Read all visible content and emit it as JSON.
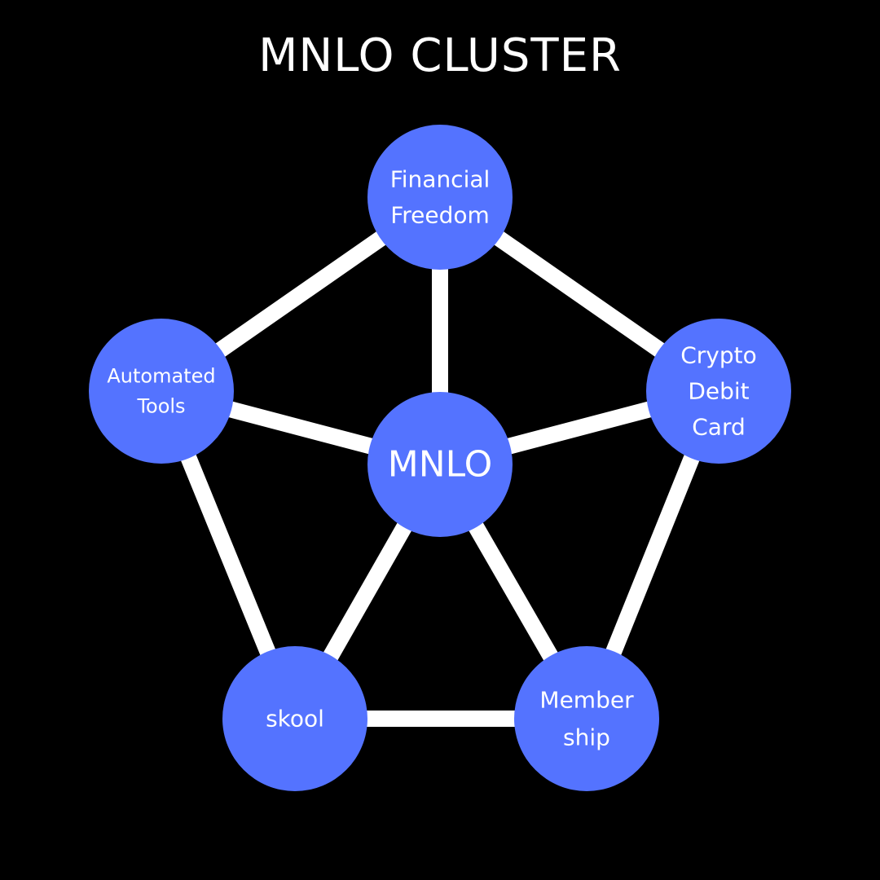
{
  "title": "MNLO CLUSTER",
  "colors": {
    "background": "#000000",
    "node": "#5473FF",
    "edge": "#ffffff",
    "text": "#ffffff"
  },
  "nodes": [
    {
      "id": "mnlo",
      "lines": [
        "MNLO"
      ]
    },
    {
      "id": "financial-freedom",
      "lines": [
        "Financial",
        "Freedom"
      ]
    },
    {
      "id": "automated-tools",
      "lines": [
        "Automated",
        "Tools"
      ]
    },
    {
      "id": "crypto-debit-card",
      "lines": [
        "Crypto",
        "Debit",
        "Card"
      ]
    },
    {
      "id": "skool",
      "lines": [
        "skool"
      ]
    },
    {
      "id": "membership",
      "lines": [
        "Member",
        "ship"
      ]
    }
  ],
  "edges": [
    [
      "financial-freedom",
      "automated-tools"
    ],
    [
      "financial-freedom",
      "crypto-debit-card"
    ],
    [
      "financial-freedom",
      "mnlo"
    ],
    [
      "automated-tools",
      "mnlo"
    ],
    [
      "crypto-debit-card",
      "mnlo"
    ],
    [
      "automated-tools",
      "skool"
    ],
    [
      "crypto-debit-card",
      "membership"
    ],
    [
      "mnlo",
      "skool"
    ],
    [
      "mnlo",
      "membership"
    ],
    [
      "skool",
      "membership"
    ]
  ]
}
